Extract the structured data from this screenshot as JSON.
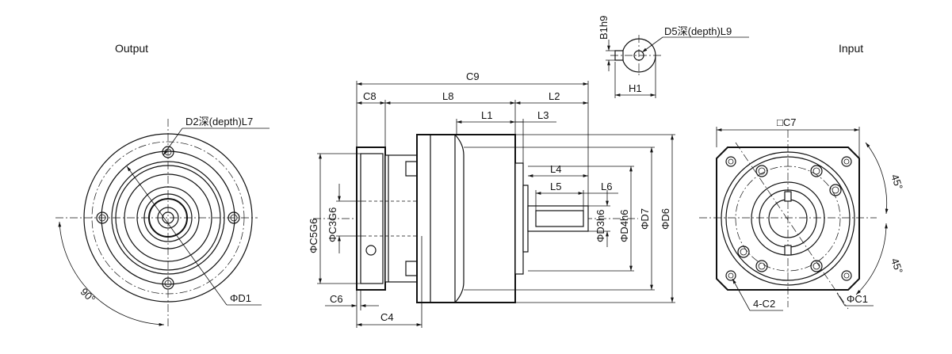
{
  "views": {
    "output_title": "Output",
    "input_title": "Input"
  },
  "labels": {
    "B1": "B1h9",
    "D5": "D5深(depth)L9",
    "H1": "H1",
    "D2": "D2深(depth)L7",
    "D1": "ΦD1",
    "angle90": "90°",
    "C9": "C9",
    "C8": "C8",
    "L8": "L8",
    "L2": "L2",
    "L1": "L1",
    "L3": "L3",
    "L4": "L4",
    "L5": "L5",
    "L6": "L6",
    "C5": "ΦC5G6",
    "C3": "ΦC3G6",
    "D3": "ΦD3h6",
    "D4": "ΦD4h6",
    "D7": "ΦD7",
    "D6": "ΦD6",
    "C6": "C6",
    "C4": "C4",
    "C7": "□C7",
    "angle45a": "45°",
    "angle45b": "45°",
    "C2": "4-C2",
    "C1": "ΦC1"
  }
}
